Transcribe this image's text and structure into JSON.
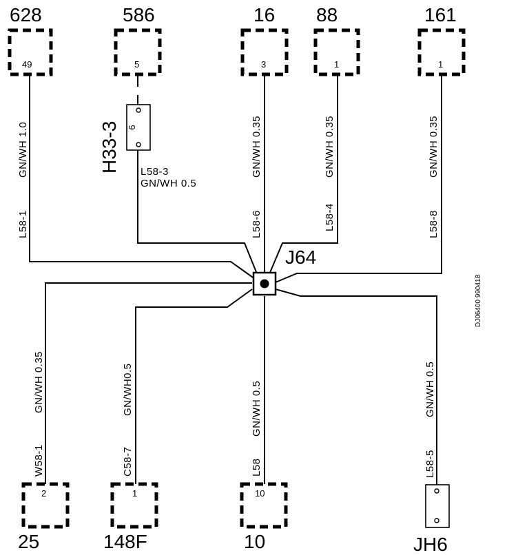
{
  "connectors": {
    "c628": {
      "number": "628",
      "pin": "49"
    },
    "c586": {
      "number": "586",
      "pin": "5"
    },
    "c16": {
      "number": "16",
      "pin": "3"
    },
    "c88": {
      "number": "88",
      "pin": "1"
    },
    "c161": {
      "number": "161",
      "pin": "1"
    },
    "c25": {
      "number": "25",
      "pin": "2"
    },
    "c148f": {
      "number": "148F",
      "pin": "1"
    },
    "c10": {
      "number": "10",
      "pin": "10"
    },
    "jh6": {
      "number": "JH6"
    }
  },
  "h33": {
    "name": "H33-3",
    "pin": "6"
  },
  "splice": {
    "name": "J64"
  },
  "wires": {
    "w628_spec": "GN/WH 1.0",
    "w628_id": "L58-1",
    "w586_id": "L58-3",
    "w586_spec": "GN/WH 0.5",
    "w16_spec": "GN/WH 0.35",
    "w16_id": "L58-6",
    "w88_spec": "GN/WH 0.35",
    "w88_id": "L58-4",
    "w161_spec": "GN/WH 0.35",
    "w161_id": "L58-8",
    "w25_spec": "GN/WH 0.35",
    "w25_id": "W58-1",
    "w148_spec": "GN/WH0.5",
    "w148_id": "C58-7",
    "w10_spec": "GN/WH 0.5",
    "w10_id": "L58",
    "wjh6_spec": "GN/WH 0.5",
    "wjh6_id": "L58-5"
  },
  "drawing_id": "DJ06400 990418"
}
